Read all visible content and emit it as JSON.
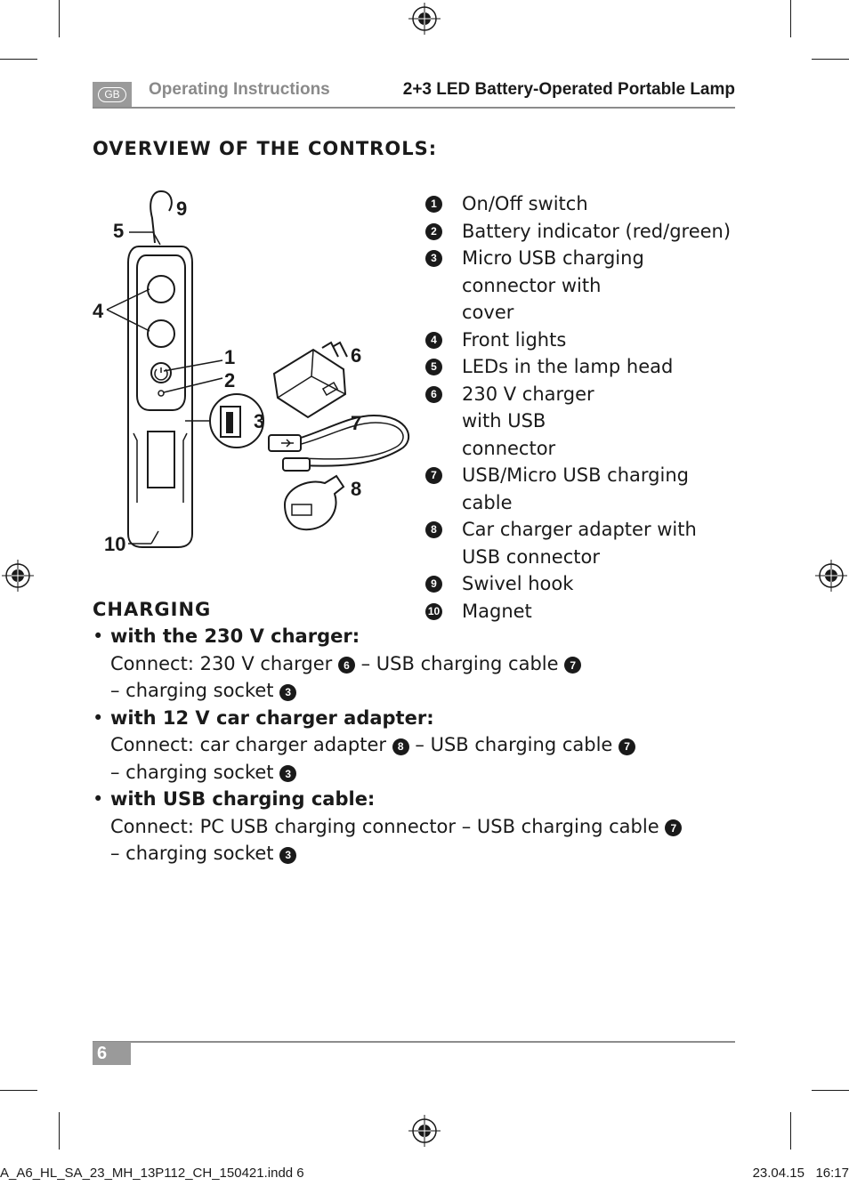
{
  "header": {
    "badge": "GB",
    "section": "Operating Instructions",
    "product": "2+3 LED Battery-Operated Portable Lamp"
  },
  "overview": {
    "title": "OVERVIEW OF THE CONTROLS:",
    "figure_labels": [
      "1",
      "2",
      "3",
      "4",
      "5",
      "6",
      "7",
      "8",
      "9",
      "10"
    ],
    "items": [
      {
        "num": "1",
        "text": "On/Off switch"
      },
      {
        "num": "2",
        "text": "Battery indicator (red/green)"
      },
      {
        "num": "3",
        "text": "Micro USB charging connector with cover"
      },
      {
        "num": "4",
        "text": "Front lights"
      },
      {
        "num": "5",
        "text": "LEDs in the lamp head"
      },
      {
        "num": "6",
        "text": "230 V charger with USB connector"
      },
      {
        "num": "7",
        "text": "USB/Micro USB charging cable"
      },
      {
        "num": "8",
        "text": "Car charger adapter with USB connector"
      },
      {
        "num": "9",
        "text": "Swivel hook"
      },
      {
        "num": "10",
        "text": "Magnet"
      }
    ]
  },
  "charging": {
    "title": "CHARGING",
    "bullet": "•",
    "items": [
      {
        "head": "with the 230 V charger:",
        "line1": "Connect: 230 V charger",
        "ref1": "6",
        "line1b": " – USB charging cable",
        "ref2": "7",
        "line2": "– charging socket",
        "ref3": "3"
      },
      {
        "head": "with 12 V car charger adapter:",
        "line1": "Connect: car charger adapter",
        "ref1": "8",
        "line1b": " – USB charging cable",
        "ref2": "7",
        "line2": "– charging socket",
        "ref3": "3"
      },
      {
        "head": "with USB charging cable:",
        "line1": "Connect: PC USB charging connector – USB charging cable",
        "ref1": "7",
        "line2": "– charging socket",
        "ref3": "3"
      }
    ]
  },
  "footer": {
    "page_number": "6",
    "slug_file": "A_A6_HL_SA_23_MH_13P112_CH_150421.indd   6",
    "slug_date": "23.04.15   16:17"
  }
}
